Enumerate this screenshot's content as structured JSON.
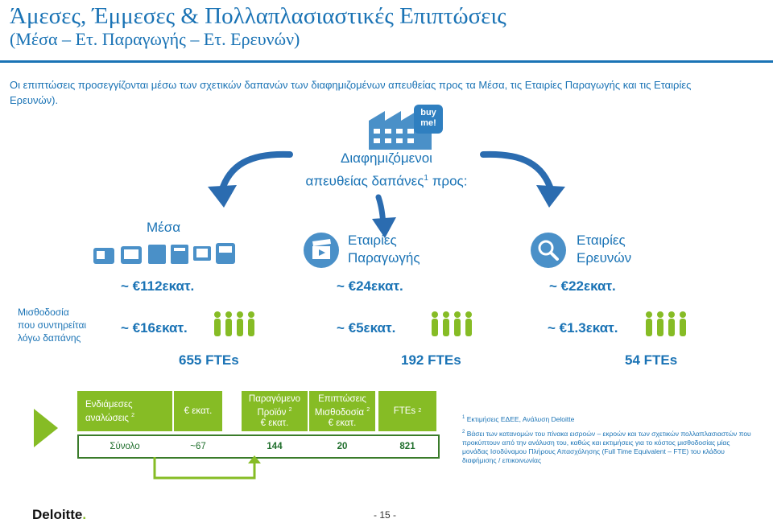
{
  "title": {
    "line1": "Άμεσες, Έμμεσες & Πολλαπλασιαστικές Επιπτώσεις",
    "line2": "(Μέσα – Ετ. Παραγωγής – Ετ. Ερευνών)"
  },
  "intro": "Οι επιπτώσεις προσεγγίζονται μέσω των σχετικών δαπανών των διαφημιζομένων απευθείας προς τα Μέσα, τις Εταιρίες Παραγωγής και τις Εταιρίες Ερευνών).",
  "badge": {
    "line1": "buy",
    "line2": "me!"
  },
  "center": {
    "line1": "Διαφημιζόμενοι",
    "line2_pre": "απευθείας δαπάνες",
    "sup": "1",
    "line2_post": " προς:"
  },
  "columns": [
    {
      "header1": "Μέσα",
      "header2": "",
      "spend": "~ €112εκατ.",
      "payroll": "~ €16εκατ.",
      "ftes": "655 FTEs"
    },
    {
      "header1": "Εταιρίες",
      "header2": "Παραγωγής",
      "spend": "~ €24εκατ.",
      "payroll": "~ €5εκατ.",
      "ftes": "192 FTEs"
    },
    {
      "header1": "Εταιρίες",
      "header2": "Ερευνών",
      "spend": "~ €22εκατ.",
      "payroll": "~ €1.3εκατ.",
      "ftes": "54 FTEs"
    }
  ],
  "side_label": {
    "line1": "Μισθοδοσία",
    "line2": "που συντηρείται",
    "line3": "λόγω δαπάνης"
  },
  "table": {
    "col1": {
      "line1": "Ενδιάμεσες",
      "line2": "αναλώσεις",
      "sup": "2"
    },
    "col2": "€ εκατ.",
    "col3": {
      "line1": "Παραγόμενο",
      "line2": "Προϊόν",
      "sup": "2",
      "line3": "€ εκατ."
    },
    "col4": {
      "line1": "Επιπτώσεις",
      "line2": "Μισθοδοσία",
      "sup": "2",
      "line3": "€ εκατ."
    },
    "col5": {
      "label": "FTEs",
      "sup": "2"
    },
    "total": {
      "label": "Σύνολο",
      "v1": "~67",
      "v2": "144",
      "v3": "20",
      "v4": "821"
    }
  },
  "notes": {
    "n1_sup": "1",
    "n1": " Εκτιμήσεις  ΕΔΕΕ, Ανάλυση Deloitte",
    "n2_sup": "2",
    "n2": " Βάσει των κατανομών του πίνακα εισροών – εκροών και των σχετικών πολλαπλασιαστών που προκύπτουν από την ανάλυση του, καθώς και εκτιμήσεις για το κόστος μισθοδοσίας μίας μονάδας Ισοδύναμου Πλήρους Απασχόλησης (Full Time Equivalent – FTE) του κλάδου διαφήμισης / επικοινωνίας"
  },
  "footer": {
    "logo": "Deloitte",
    "logo_dot": ".",
    "page": "- 15 -"
  },
  "colors": {
    "blue": "#1a73b5",
    "green": "#86bc25",
    "dark_green": "#3a7b2a",
    "light_blue": "#4a90c8"
  }
}
